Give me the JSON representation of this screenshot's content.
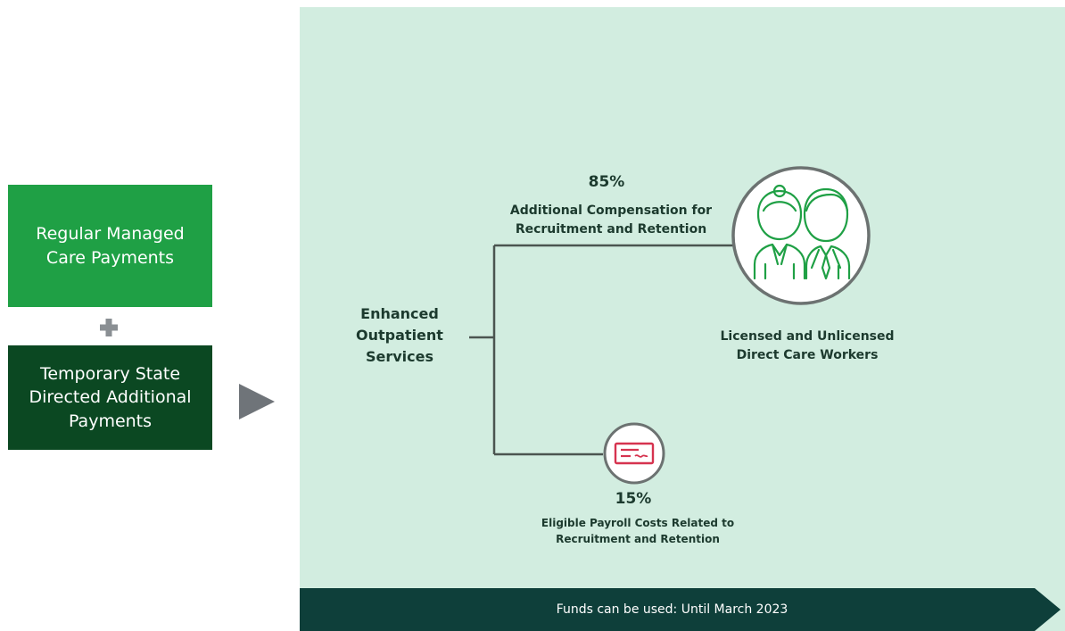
{
  "left": {
    "regular_box": "Regular Managed\nCare Payments",
    "temporary_box": "Temporary State\nDirected Additional\nPayments"
  },
  "diagram": {
    "source": "Enhanced\nOutpatient\nServices",
    "top_branch": {
      "percent": "85%",
      "description": "Additional Compensation for\nRecruitment and Retention",
      "recipient": "Licensed and Unlicensed\nDirect Care Workers",
      "icon": "direct-care-workers-icon"
    },
    "bottom_branch": {
      "percent": "15%",
      "description": "Eligible Payroll Costs Related to\nRecruitment and Retention",
      "icon": "payroll-check-icon"
    }
  },
  "footer": {
    "text": "Funds can be used: Until March 2023"
  },
  "colors": {
    "regular_box": "#1fa045",
    "temporary_box": "#0b4822",
    "panel": "#d2ede0",
    "footer": "#0e3f3a",
    "workers_icon": "#1fa045",
    "check_icon": "#d6334f",
    "arrow": "#6f7479",
    "plus": "#8a8f93"
  }
}
